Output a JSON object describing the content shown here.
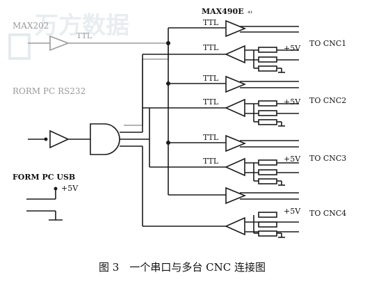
{
  "labels": {
    "max202": "MAX202",
    "max490": "MAX490E",
    "max490_mark": "⁴¹",
    "ttl": "TTL",
    "rs232": "RORM PC RS232",
    "usb": "FORM PC USB",
    "plus5v": "+5V",
    "cnc1": "TO CNC1",
    "cnc2": "TO CNC2",
    "cnc3": "TO CNC3",
    "cnc4": "TO CNC4"
  },
  "watermark": "万方数据",
  "caption": "图 3　一个串口与多台 CNC 连接图"
}
